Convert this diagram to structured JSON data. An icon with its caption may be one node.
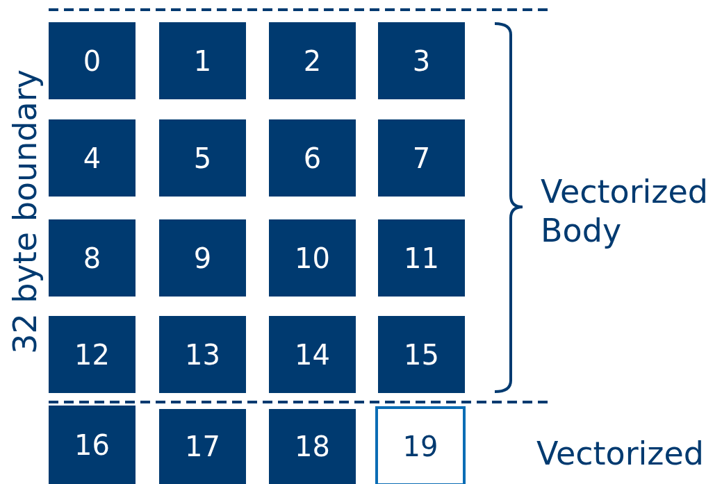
{
  "diagram": {
    "nodes": [
      {
        "text": [
          "0"
        ]
      },
      {
        "text": [
          "1"
        ]
      },
      {
        "text": [
          "2"
        ]
      },
      {
        "text": [
          "3"
        ]
      },
      {
        "text": [
          "4"
        ]
      },
      {
        "text": [
          "5"
        ]
      },
      {
        "text": [
          "6"
        ]
      },
      {
        "text": [
          "7"
        ]
      },
      {
        "text": [
          "8"
        ]
      },
      {
        "text": [
          "9"
        ]
      },
      {
        "text": [
          "10"
        ]
      },
      {
        "text": [
          "11"
        ]
      },
      {
        "text": [
          "12"
        ]
      },
      {
        "text": [
          "13"
        ]
      },
      {
        "text": [
          "14"
        ]
      },
      {
        "text": [
          "15"
        ]
      },
      {
        "text": [
          "16"
        ]
      },
      {
        "text": [
          "17"
        ]
      },
      {
        "text": [
          "18"
        ]
      },
      {
        "text": [
          "19"
        ]
      }
    ],
    "labels": [
      "32 byte boundary",
      "Vectorized Body",
      "Vectorized"
    ]
  }
}
